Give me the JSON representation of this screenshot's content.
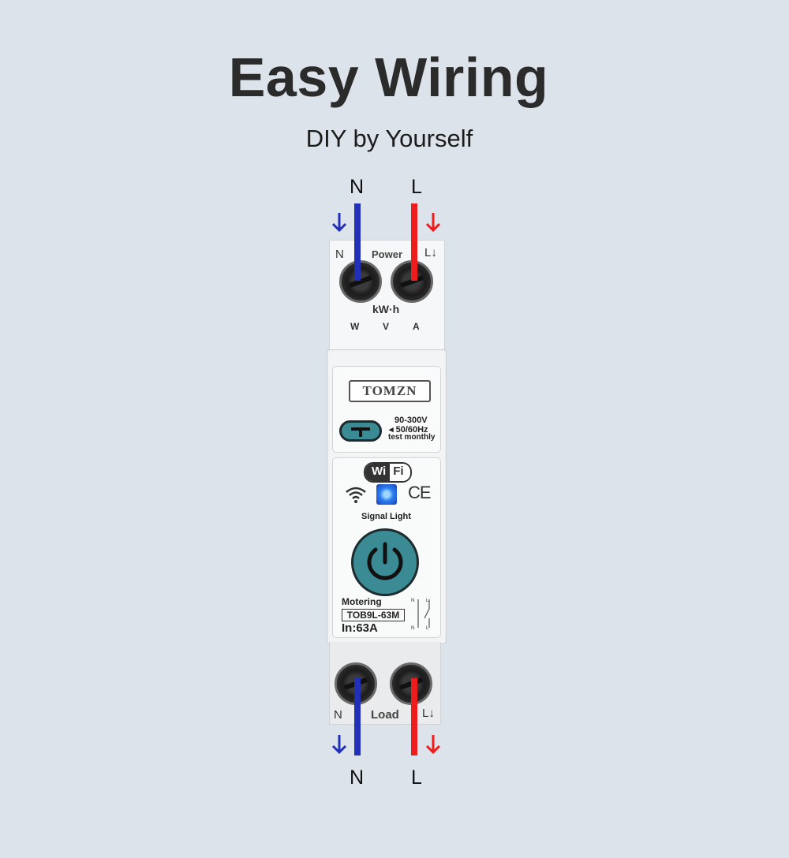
{
  "header": {
    "title": "Easy Wiring",
    "subtitle": "DIY by Yourself"
  },
  "wires": {
    "top_n": "N",
    "top_l": "L",
    "bottom_n": "N",
    "bottom_l": "L",
    "neutral_color": "#2230b8",
    "live_color": "#ee1c1c"
  },
  "device": {
    "top_terminal": {
      "n_label": "N",
      "power_label": "Power",
      "l_label": "L↓",
      "kwh": "kW·h",
      "w": "W",
      "v": "V",
      "a": "A"
    },
    "brand": "TOMZN",
    "test": {
      "voltage": "90-300V",
      "freq": "◂ 50/60Hz",
      "note": "test monthly"
    },
    "wifi_logo": {
      "wi": "Wi",
      "fi": "Fi"
    },
    "ce_mark": "CE",
    "signal_light": "Signal Light",
    "metering": "Motering",
    "model": "TOB9L-63M",
    "rating": "In:63A",
    "bottom_terminal": {
      "n_label": "N",
      "load_label": "Load",
      "l_label": "L↓"
    },
    "accent_color": "#3b8b95"
  }
}
